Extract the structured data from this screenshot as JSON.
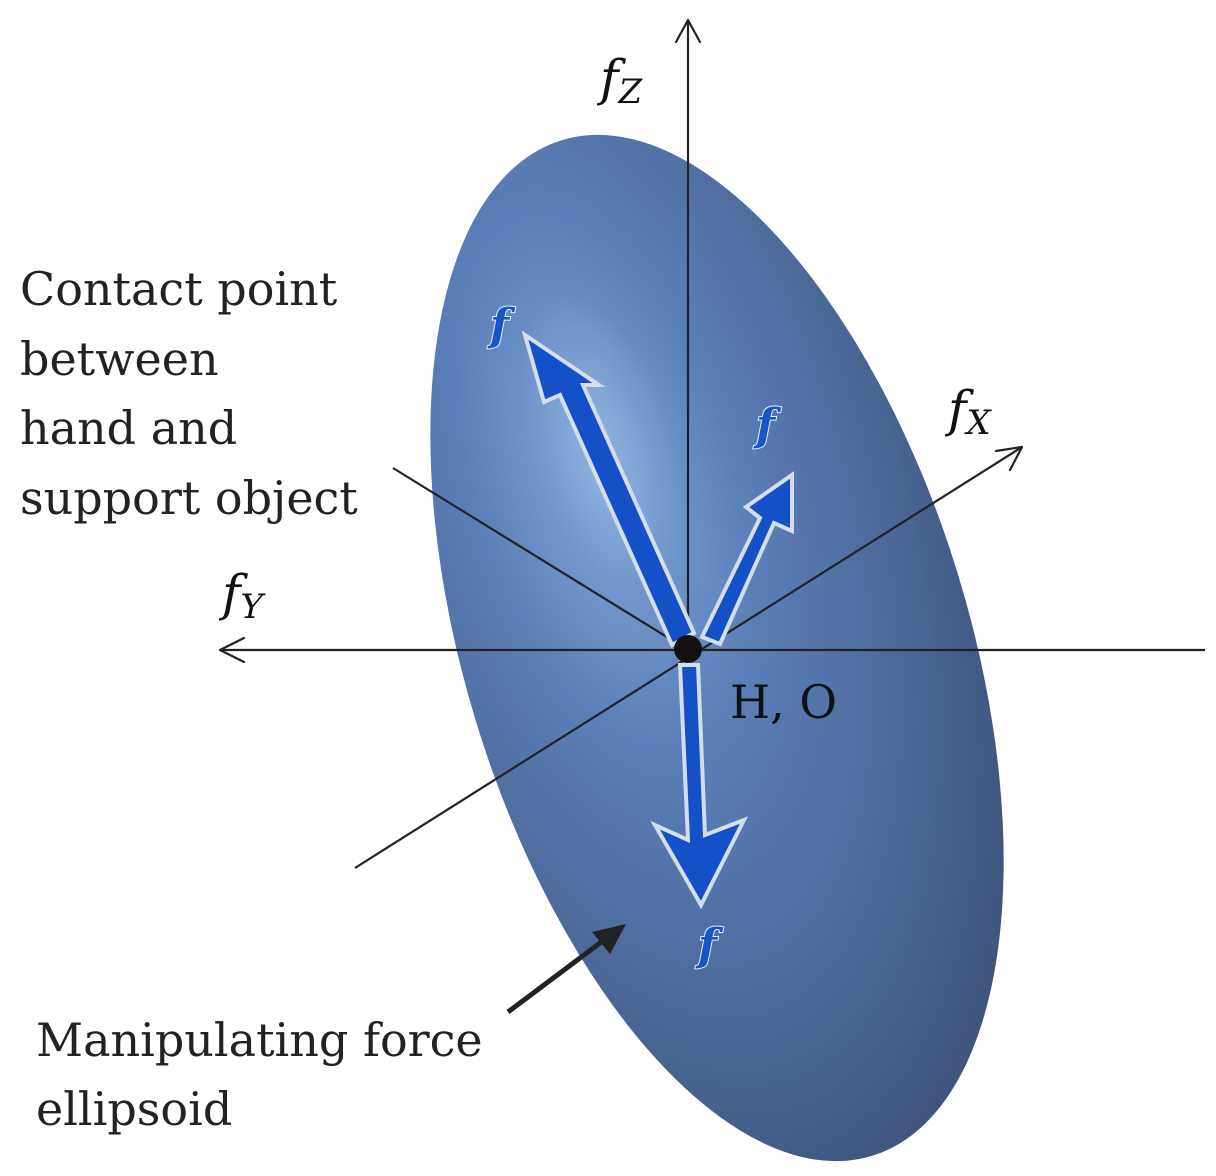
{
  "diagram": {
    "axes": {
      "z": {
        "base": "f",
        "sub": "Z"
      },
      "x": {
        "base": "f",
        "sub": "X"
      },
      "y": {
        "base": "f",
        "sub": "Y"
      }
    },
    "origin_label": "H, O",
    "force_symbol": "f",
    "annotations": {
      "contact_point": [
        "Contact point",
        "between",
        "hand and",
        "support object"
      ],
      "ellipsoid": [
        "Manipulating force",
        "ellipsoid"
      ]
    },
    "colors": {
      "ellipsoid_fill": "#4f6d9e",
      "ellipsoid_highlight": "#7fa6d8",
      "force_arrow": "#1451c6",
      "force_arrow_outline": "#d5dde8",
      "axis_line": "#222222"
    }
  }
}
